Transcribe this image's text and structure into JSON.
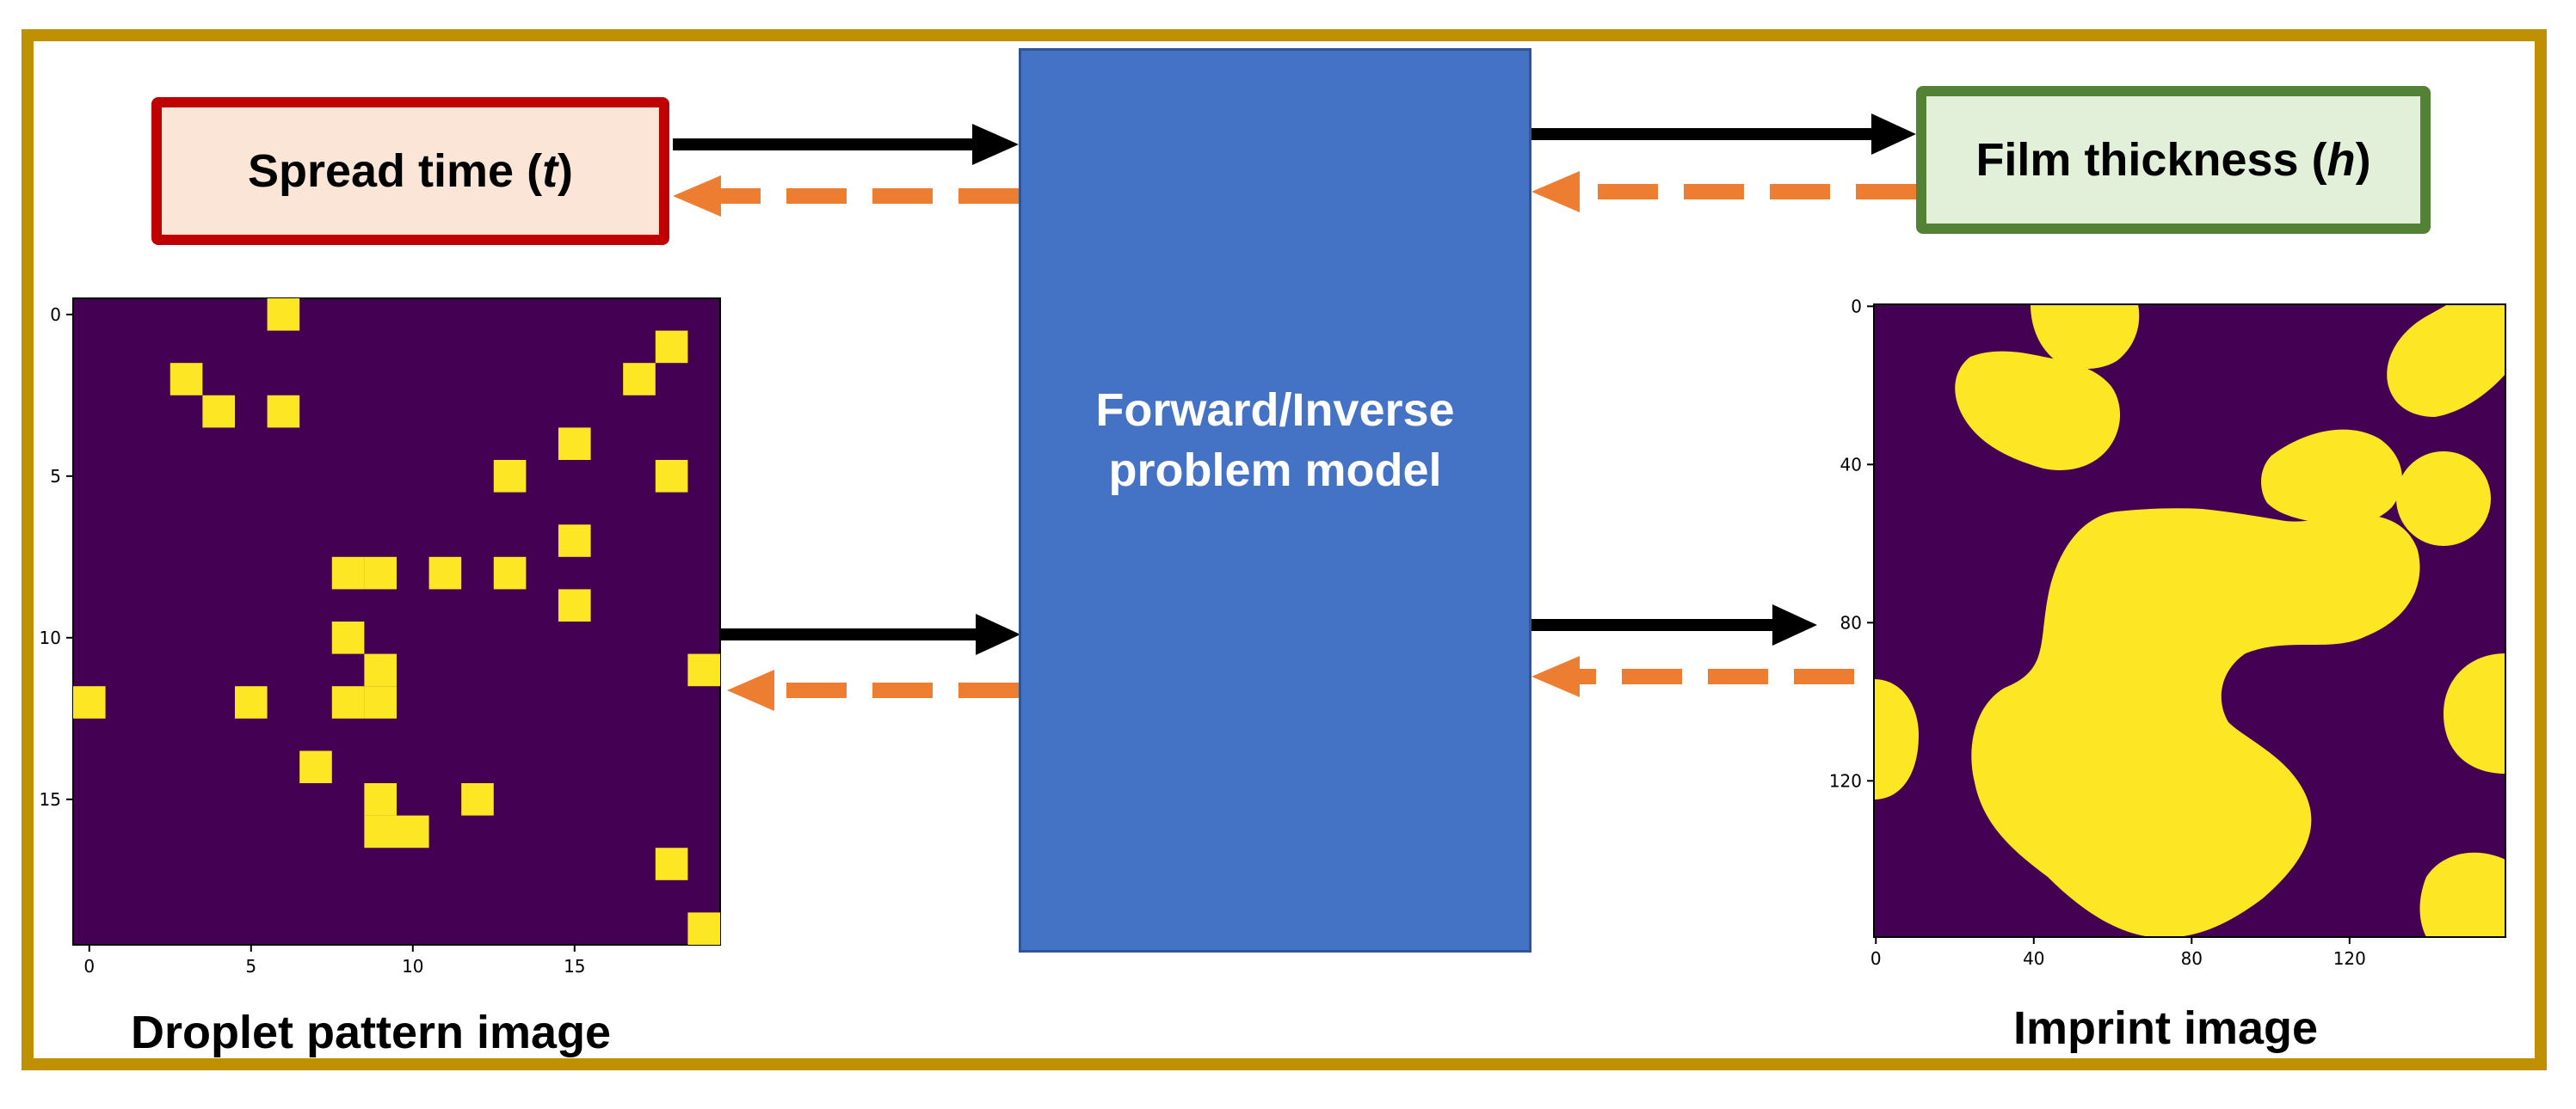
{
  "spread_box": {
    "label": "Spread time (",
    "var": "t",
    "close": ")"
  },
  "film_box": {
    "label": "Film thickness (",
    "var": "h",
    "close": ")"
  },
  "model_box": {
    "line1": "Forward/Inverse",
    "line2": "problem model"
  },
  "captions": {
    "droplet": "Droplet pattern image",
    "imprint": "Imprint image"
  },
  "droplet_plot": {
    "y_ticks": [
      "0",
      "5",
      "10",
      "15"
    ],
    "x_ticks": [
      "0",
      "5",
      "10",
      "15"
    ],
    "grid_size": 20,
    "pixels": [
      [
        0,
        6
      ],
      [
        1,
        18
      ],
      [
        2,
        3
      ],
      [
        2,
        17
      ],
      [
        3,
        4
      ],
      [
        3,
        6
      ],
      [
        4,
        15
      ],
      [
        5,
        13
      ],
      [
        5,
        18
      ],
      [
        7,
        15
      ],
      [
        8,
        8
      ],
      [
        8,
        9
      ],
      [
        8,
        11
      ],
      [
        8,
        13
      ],
      [
        9,
        15
      ],
      [
        10,
        8
      ],
      [
        11,
        9
      ],
      [
        11,
        19
      ],
      [
        12,
        0
      ],
      [
        12,
        5
      ],
      [
        12,
        8
      ],
      [
        12,
        9
      ],
      [
        14,
        7
      ],
      [
        15,
        9
      ],
      [
        15,
        12
      ],
      [
        16,
        9
      ],
      [
        16,
        10
      ],
      [
        17,
        18
      ],
      [
        19,
        19
      ]
    ]
  },
  "imprint_plot": {
    "y_ticks": [
      "0",
      "40",
      "80",
      "120"
    ],
    "x_ticks": [
      "0",
      "40",
      "80",
      "120"
    ]
  },
  "colors": {
    "plot_background": "#440154",
    "plot_foreground": "#fde725",
    "forward_arrow": "#000000",
    "inverse_arrow": "#ed7d31"
  }
}
